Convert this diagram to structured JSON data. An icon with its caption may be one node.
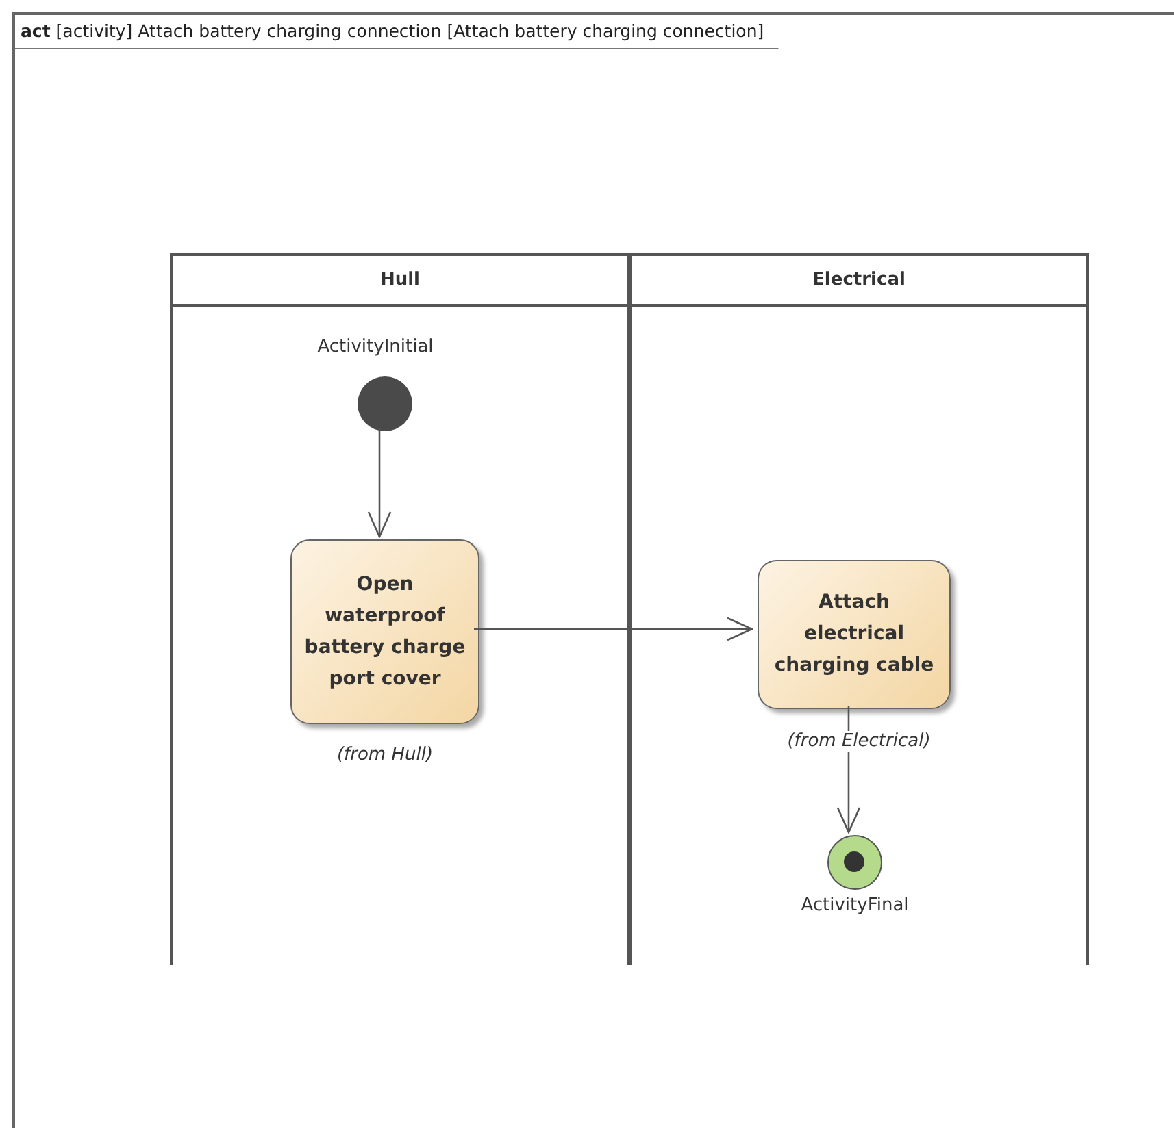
{
  "diagram": {
    "nodes": [
      {
        "text": [
          "**act** [activity] Attach battery charging connection [Attach battery charging connection]"
        ]
      },
      {
        "text": [
          "Hull"
        ],
        "in": 0
      },
      {
        "text": [
          "Electrical"
        ],
        "in": 0
      },
      {
        "text": [],
        "shape": "circle",
        "beside": [
          "ActivityInitial"
        ],
        "in": 1
      },
      {
        "text": [
          "Open waterproof battery charge port cover"
        ],
        "beside": [
          "(from Hull)"
        ],
        "in": 1
      },
      {
        "text": [
          "Attach electrical charging cable"
        ],
        "beside": [
          "(from Electrical)"
        ],
        "in": 2
      },
      {
        "text": [],
        "shape": "circle",
        "beside": [
          "ActivityFinal"
        ],
        "in": 2
      }
    ],
    "edges": [
      {
        "from": 3,
        "to": 4,
        "arrow": "to"
      },
      {
        "from": 4,
        "to": 5,
        "arrow": "to"
      },
      {
        "from": 5,
        "to": 6,
        "arrow": "to"
      }
    ]
  }
}
